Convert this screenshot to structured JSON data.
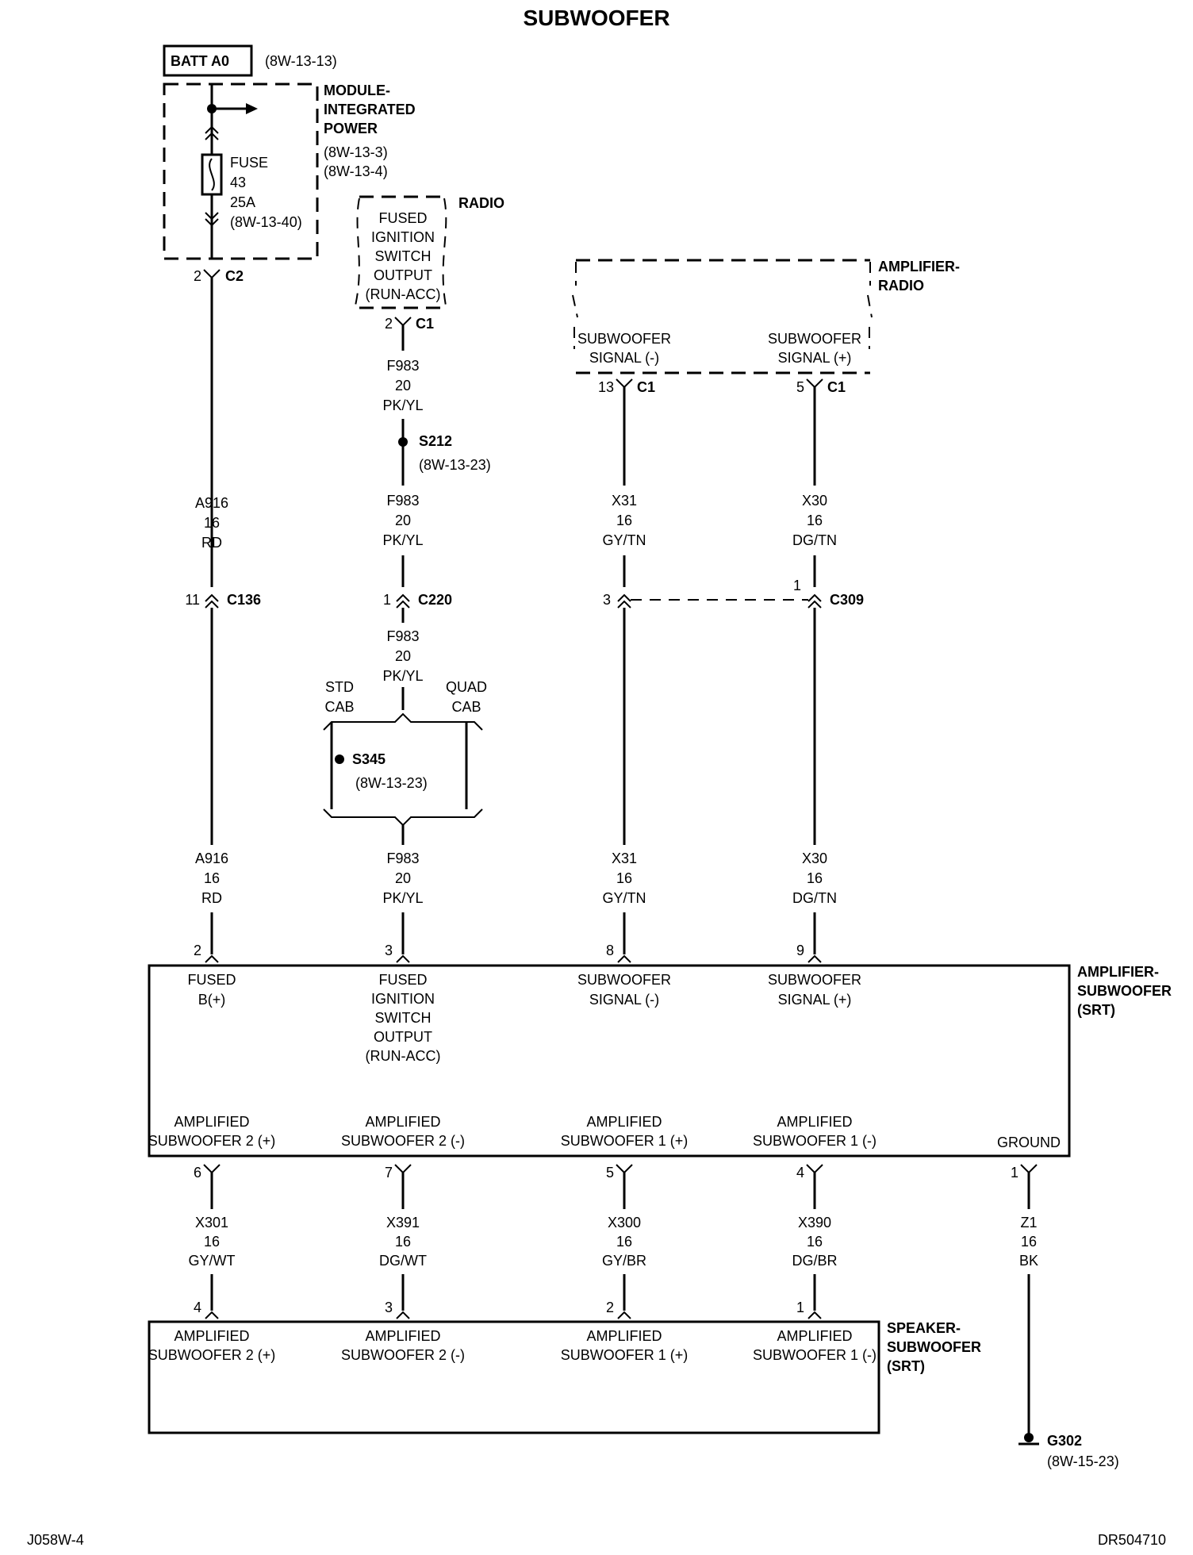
{
  "title": "SUBWOOFER",
  "batt": {
    "label": "BATT A0",
    "ref": "(8W-13-13)"
  },
  "mip": {
    "l1": "MODULE-",
    "l2": "INTEGRATED",
    "l3": "POWER",
    "r1": "(8W-13-3)",
    "r2": "(8W-13-4)"
  },
  "fuse": {
    "l1": "FUSE",
    "l2": "43",
    "l3": "25A",
    "l4": "(8W-13-40)"
  },
  "mipConn": {
    "pin": "2",
    "conn": "C2"
  },
  "radio": {
    "name": "RADIO",
    "l1": "FUSED",
    "l2": "IGNITION",
    "l3": "SWITCH",
    "l4": "OUTPUT",
    "l5": "(RUN-ACC)",
    "pin": "2",
    "conn": "C1"
  },
  "ampRadio": {
    "n1": "AMPLIFIER-",
    "n2": "RADIO",
    "s1a": "SUBWOOFER",
    "s1b": "SIGNAL (-)",
    "s2a": "SUBWOOFER",
    "s2b": "SIGNAL (+)",
    "p1": "13",
    "c1": "C1",
    "p2": "5",
    "c2": "C1"
  },
  "w_f983": {
    "code": "F983",
    "gauge": "20",
    "color": "PK/YL"
  },
  "splice212": {
    "name": "S212",
    "ref": "(8W-13-23)"
  },
  "w_a916": {
    "code": "A916",
    "gauge": "16",
    "color": "RD"
  },
  "w_x31": {
    "code": "X31",
    "gauge": "16",
    "color": "GY/TN"
  },
  "w_x30": {
    "code": "X30",
    "gauge": "16",
    "color": "DG/TN"
  },
  "c136": {
    "pin": "11",
    "conn": "C136"
  },
  "c220": {
    "pin": "1",
    "conn": "C220"
  },
  "c309": {
    "pin3": "3",
    "pin1": "1",
    "conn": "C309"
  },
  "branch": {
    "std1": "STD",
    "std2": "CAB",
    "quad1": "QUAD",
    "quad2": "CAB"
  },
  "splice345": {
    "name": "S345",
    "ref": "(8W-13-23)"
  },
  "ampSub": {
    "n1": "AMPLIFIER-",
    "n2": "SUBWOOFER",
    "n3": "(SRT)",
    "pins_top": [
      "2",
      "3",
      "8",
      "9"
    ],
    "fused1": "FUSED",
    "fused2": "B(+)",
    "ign1": "FUSED",
    "ign2": "IGNITION",
    "ign3": "SWITCH",
    "ign4": "OUTPUT",
    "ign5": "(RUN-ACC)",
    "sig1a": "SUBWOOFER",
    "sig1b": "SIGNAL (-)",
    "sig2a": "SUBWOOFER",
    "sig2b": "SIGNAL (+)",
    "out": [
      {
        "a": "AMPLIFIED",
        "b": "SUBWOOFER 2 (+)"
      },
      {
        "a": "AMPLIFIED",
        "b": "SUBWOOFER 2 (-)"
      },
      {
        "a": "AMPLIFIED",
        "b": "SUBWOOFER 1 (+)"
      },
      {
        "a": "AMPLIFIED",
        "b": "SUBWOOFER 1 (-)"
      }
    ],
    "ground": "GROUND",
    "pins_bottom": [
      "6",
      "7",
      "5",
      "4",
      "1"
    ]
  },
  "outWires": [
    {
      "code": "X301",
      "gauge": "16",
      "color": "GY/WT"
    },
    {
      "code": "X391",
      "gauge": "16",
      "color": "DG/WT"
    },
    {
      "code": "X300",
      "gauge": "16",
      "color": "GY/BR"
    },
    {
      "code": "X390",
      "gauge": "16",
      "color": "DG/BR"
    },
    {
      "code": "Z1",
      "gauge": "16",
      "color": "BK"
    }
  ],
  "speaker": {
    "n1": "SPEAKER-",
    "n2": "SUBWOOFER",
    "n3": "(SRT)",
    "pins": [
      "4",
      "3",
      "2",
      "1"
    ],
    "in": [
      {
        "a": "AMPLIFIED",
        "b": "SUBWOOFER 2 (+)"
      },
      {
        "a": "AMPLIFIED",
        "b": "SUBWOOFER 2 (-)"
      },
      {
        "a": "AMPLIFIED",
        "b": "SUBWOOFER 1 (+)"
      },
      {
        "a": "AMPLIFIED",
        "b": "SUBWOOFER 1 (-)"
      }
    ]
  },
  "ground": {
    "name": "G302",
    "ref": "(8W-15-23)"
  },
  "footer": {
    "left": "J058W-4",
    "right": "DR504710"
  }
}
